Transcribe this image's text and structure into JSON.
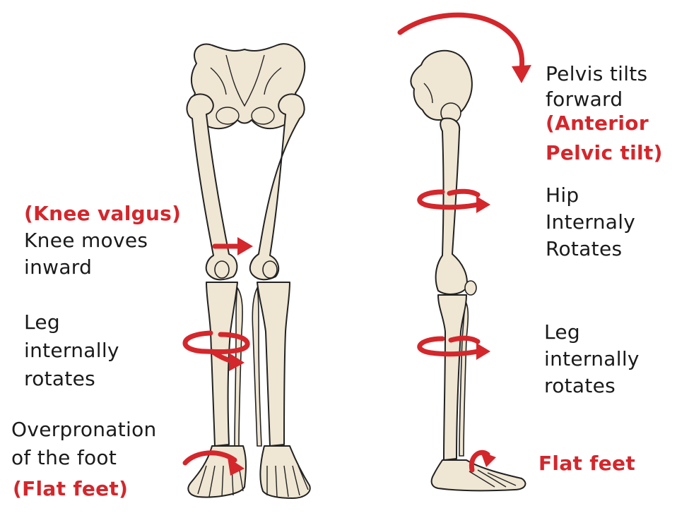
{
  "front_view": {
    "knee_valgus_label": "(Knee valgus)",
    "knee_line1": "Knee moves",
    "knee_line2": "inward",
    "leg_line1": "Leg",
    "leg_line2": "internally",
    "leg_line3": "rotates",
    "foot_line1": "Overpronation",
    "foot_line2": "of the foot",
    "foot_label_red": "(Flat feet)"
  },
  "side_view": {
    "pelvis_line1": "Pelvis tilts",
    "pelvis_line2": "forward",
    "pelvis_red1": "(Anterior",
    "pelvis_red2": "Pelvic tilt)",
    "hip_line1": "Hip",
    "hip_line2": "Internaly",
    "hip_line3": "Rotates",
    "leg_line1": "Leg",
    "leg_line2": "internally",
    "leg_line3": "rotates",
    "foot_red": "Flat feet"
  },
  "colors": {
    "accent_red": "#d3272c",
    "bone": "#efe6d3",
    "text": "#1a1a1a"
  }
}
